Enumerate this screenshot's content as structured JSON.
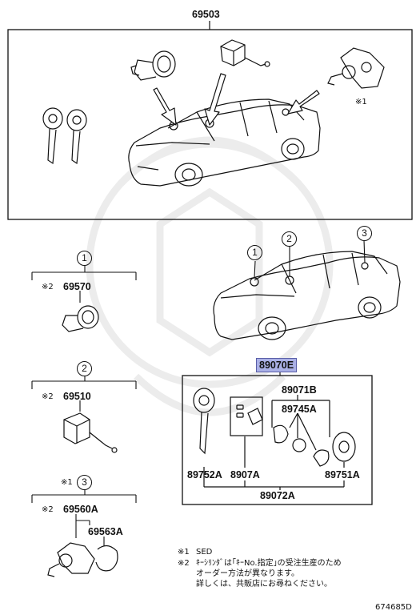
{
  "top_group": {
    "code": "69503",
    "note_mark": "※1"
  },
  "callouts": {
    "one": "1",
    "two": "2",
    "three": "3"
  },
  "group_1": {
    "note_mark": "※2",
    "code": "69570"
  },
  "group_2": {
    "note_mark": "※2",
    "code": "69510"
  },
  "group_3": {
    "header_mark": "※1",
    "note_mark": "※2",
    "code": "69560A",
    "sub_code": "69563A"
  },
  "key_set": {
    "code": "89070E",
    "parts": {
      "p89071b": "89071B",
      "p89745a": "89745A",
      "p89752a": "89752A",
      "p8907a": "8907A",
      "p89751a": "89751A",
      "p89072a": "89072A"
    }
  },
  "footnotes": {
    "note1_mark": "※1",
    "note1_text": "SED",
    "note2_mark": "※2",
    "note2_line1": "ｷｰｼﾘﾝﾀﾞは｢ｷｰNo.指定｣の受注生産のため",
    "note2_line2": "オーダー方法が異なります。",
    "note2_line3": "詳しくは、共販店にお尋ねください。"
  },
  "figure_id": "674685D",
  "colors": {
    "line": "#111111",
    "highlight": "#aab0e6",
    "watermark": "#ededed"
  }
}
